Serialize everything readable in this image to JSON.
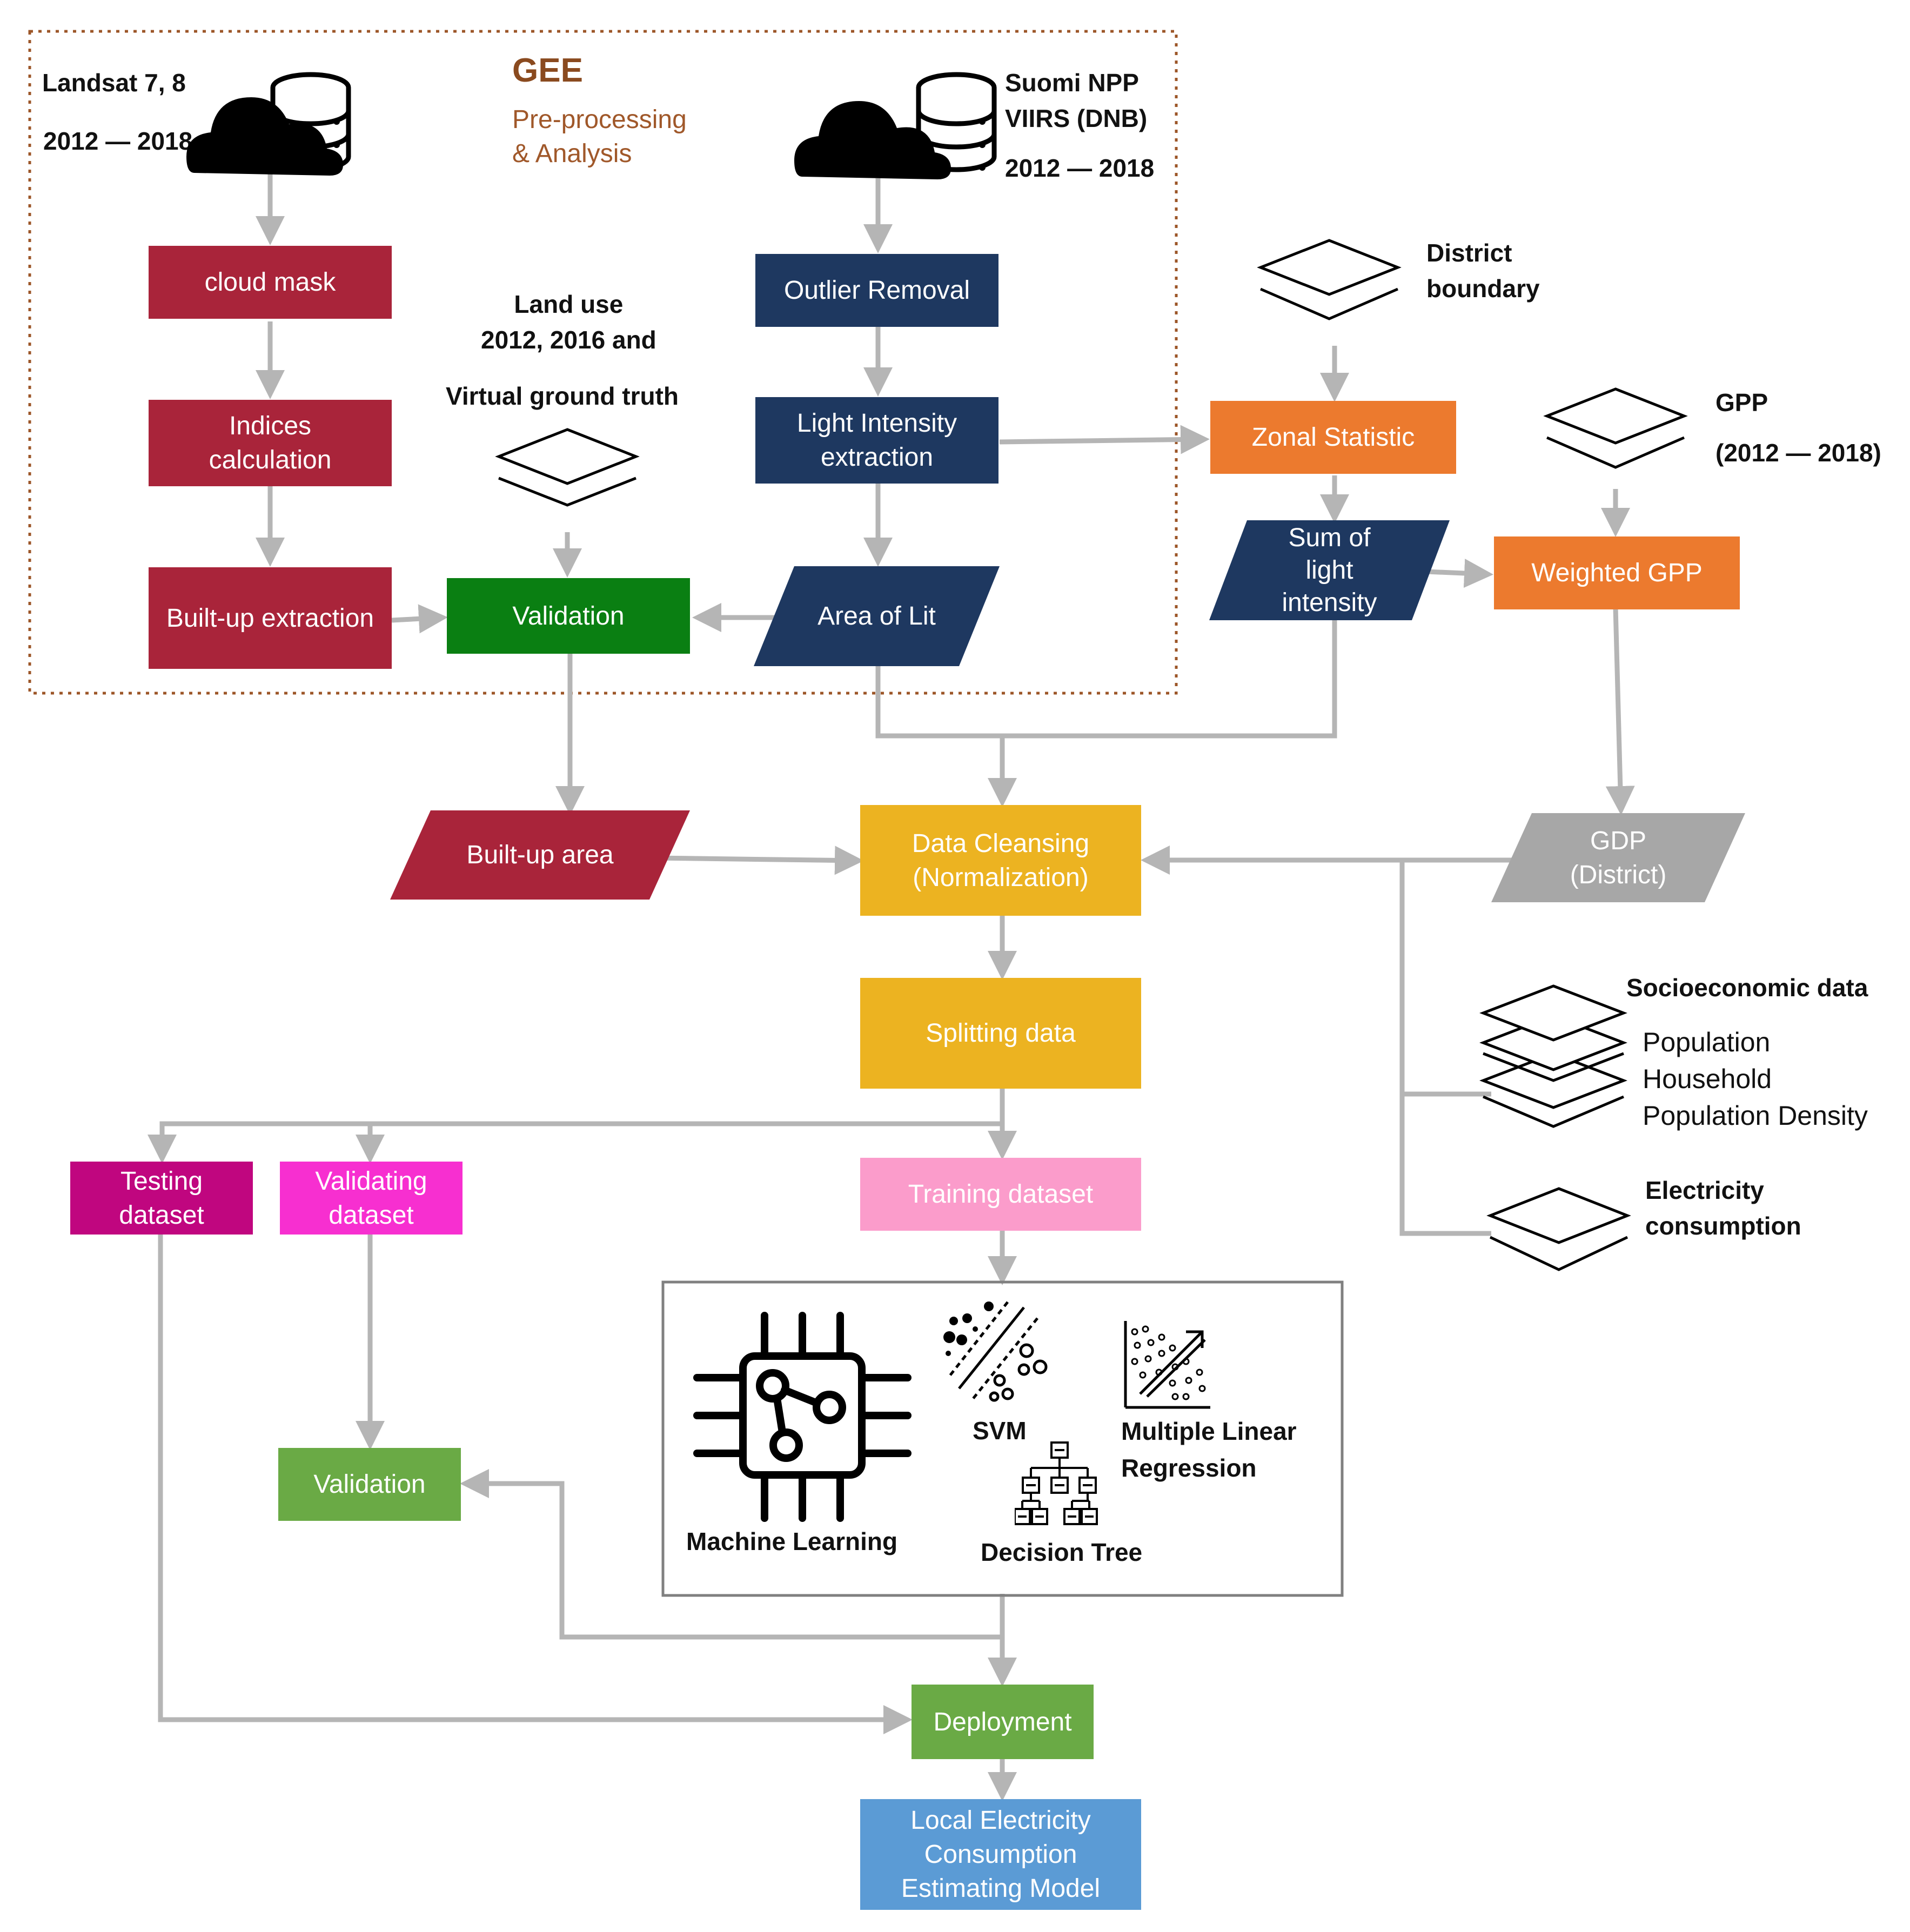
{
  "gee": {
    "title": "GEE",
    "subtitle": "Pre-processing\n& Analysis"
  },
  "sources": {
    "landsat": {
      "name": "Landsat 7, 8",
      "years": "2012 — 2018"
    },
    "viirs": {
      "name": "Suomi NPP\nVIIRS (DNB)",
      "years": "2012 — 2018"
    },
    "landuse": "Land use\n2012, 2016 and",
    "vgt": "Virtual ground truth",
    "district": "District\nboundary",
    "gpp": "GPP",
    "gpp_years": "(2012 — 2018)",
    "socio_title": "Socioeconomic data",
    "socio_items": "Population\nHousehold\nPopulation Density",
    "electricity": "Electricity\nconsumption"
  },
  "nodes": {
    "cloud_mask": "cloud mask",
    "indices": "Indices\ncalculation",
    "builtup_extraction": "Built-up extraction",
    "validation_top": "Validation",
    "outlier": "Outlier Removal",
    "light_extraction": "Light Intensity\nextraction",
    "area_lit": "Area of Lit",
    "zonal": "Zonal Statistic",
    "sum_light": "Sum of\nlight\nintensity",
    "weighted_gpp": "Weighted GPP",
    "builtup_area": "Built-up area",
    "cleansing": "Data Cleansing\n(Normalization)",
    "gdp": "GDP\n(District)",
    "splitting": "Splitting data",
    "testing": "Testing\ndataset",
    "validating": "Validating\ndataset",
    "training": "Training dataset",
    "validation_bottom": "Validation",
    "deployment": "Deployment",
    "model": "Local Electricity\nConsumption\nEstimating Model"
  },
  "ml": {
    "machine_learning": "Machine Learning",
    "svm": "SVM",
    "mlr": "Multiple Linear\nRegression",
    "dtree": "Decision Tree"
  },
  "colors": {
    "red": "#a9243a",
    "green": "#0a7f12",
    "navy": "#1e3860",
    "orange": "#ec7a2e",
    "yellow": "#ecb321",
    "gray": "#a7a7a7",
    "magenta": "#c0067f",
    "pink": "#f72fd0",
    "light_pink": "#fb9ccb",
    "lime": "#6aaa45",
    "blue": "#5b9bd5",
    "wire": "#b5b5b5",
    "dotted": "#9c5628"
  }
}
